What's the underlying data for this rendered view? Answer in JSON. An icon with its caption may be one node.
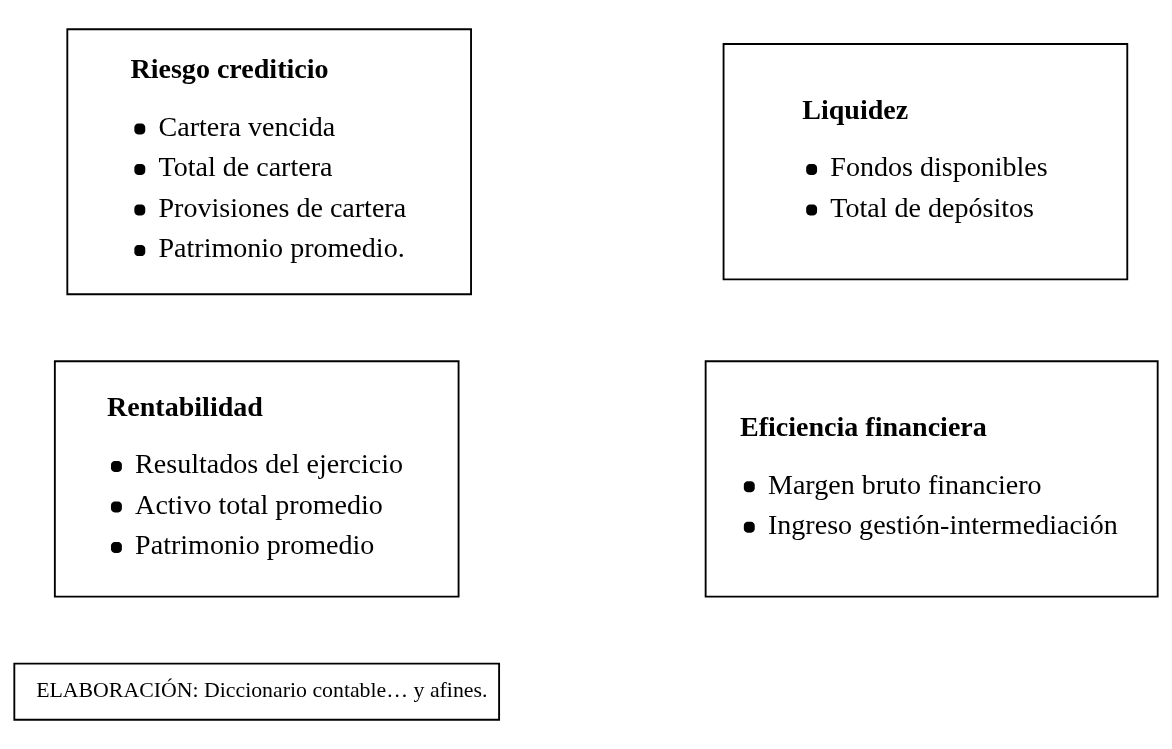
{
  "diagram": {
    "nodes": [
      {
        "text": [
          "Riesgo crediticio",
          "Cartera vencida",
          "Total de cartera",
          "Provisiones de cartera",
          "Patrimonio promedio."
        ]
      },
      {
        "text": [
          "Liquidez",
          "Fondos disponibles",
          "Total de depósitos"
        ]
      },
      {
        "text": [
          "Rentabilidad",
          "Resultados del ejercicio",
          "Activo total promedio",
          "Patrimonio promedio"
        ]
      },
      {
        "text": [
          "Eficiencia financiera",
          "Margen bruto financiero",
          "Ingreso gestión-intermediación"
        ]
      },
      {
        "text": [
          "ELABORACIÓN: Diccionario contable… y afines."
        ]
      }
    ],
    "edges": []
  }
}
